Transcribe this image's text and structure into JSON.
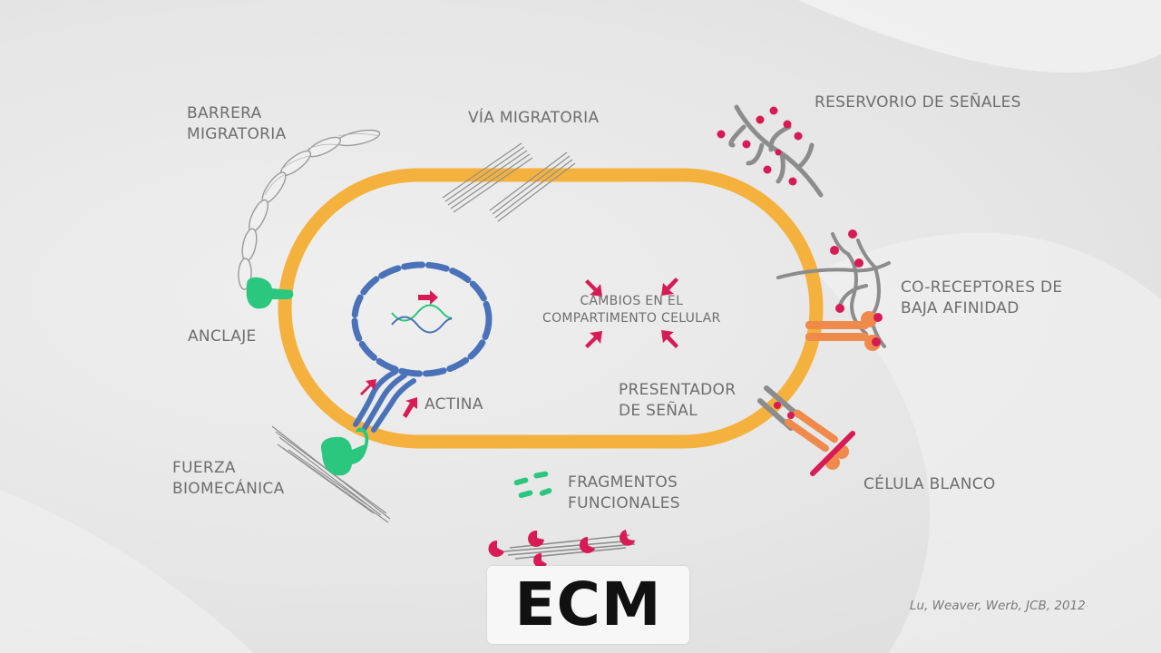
{
  "title": "ECM",
  "credit": "Lu, Weaver, Werb, JCB, 2012",
  "labels": {
    "barrera": [
      "BARRERA",
      "MIGRATORIA"
    ],
    "via": "VÍA MIGRATORIA",
    "reservorio": "RESERVORIO DE SEÑALES",
    "coreceptores": [
      "CO-RECEPTORES DE",
      "BAJA AFINIDAD"
    ],
    "anclaje": "ANCLAJE",
    "cambios": [
      "CAMBIOS EN EL",
      "COMPARTIMENTO CELULAR"
    ],
    "actina": "ACTINA",
    "presentador": [
      "PRESENTADOR",
      "DE SEÑAL"
    ],
    "fuerza": [
      "FUERZA",
      "BIOMECÁNICA"
    ],
    "fragmentos": [
      "FRAGMENTOS",
      "FUNCIONALES"
    ],
    "celula": "CÉLULA BLANCO"
  },
  "colors": {
    "membrane": "#f5b13d",
    "nucleus": "#4a72b8",
    "accent_red": "#d81b55",
    "anchor_green": "#2bc77f",
    "receptor_orange": "#ef8a4a",
    "fiber_gray": "#8a8a8a",
    "label_gray": "#6e6e6e"
  }
}
